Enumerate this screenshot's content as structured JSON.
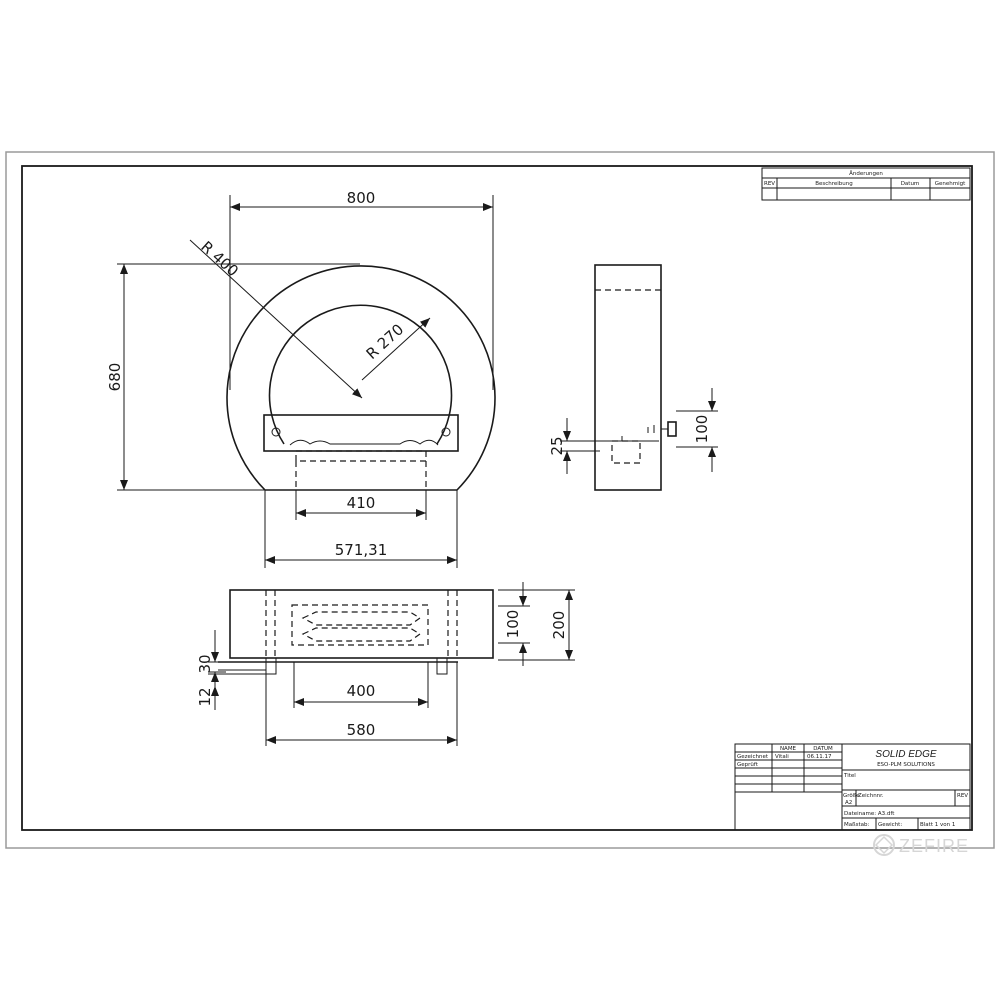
{
  "dimensions": {
    "width_800": "800",
    "radius_outer": "R 400",
    "radius_inner": "R 270",
    "height_680": "680",
    "width_410": "410",
    "width_571": "571,31",
    "side_25": "25",
    "side_100": "100",
    "top_100": "100",
    "top_200": "200",
    "top_30": "30",
    "top_12": "12",
    "width_400": "400",
    "width_580": "580"
  },
  "revision_block": {
    "title": "Änderungen",
    "col_rev": "REV",
    "col_desc": "Beschreibung",
    "col_date": "Datum",
    "col_approved": "Genehmigt"
  },
  "title_block": {
    "col_name": "NAME",
    "col_date": "DATUM",
    "row_drawn": "Gezeichnet",
    "drawn_name": "Vitali",
    "drawn_date": "06.11.17",
    "row_checked": "Geprüft",
    "brand": "SOLID EDGE",
    "brand_sub": "ESO-PLM SOLUTIONS",
    "title_label": "Titel",
    "size_label": "Größe",
    "size_value": "A2",
    "drawing_no_label": "Zeichnnr.",
    "rev_label": "REV",
    "file_label": "Dateiname: A3.dft",
    "scale_label": "Maßstab:",
    "weight_label": "Gewicht:",
    "sheet_label": "Blatt 1 von 1"
  },
  "watermark": "ZEFIRE"
}
